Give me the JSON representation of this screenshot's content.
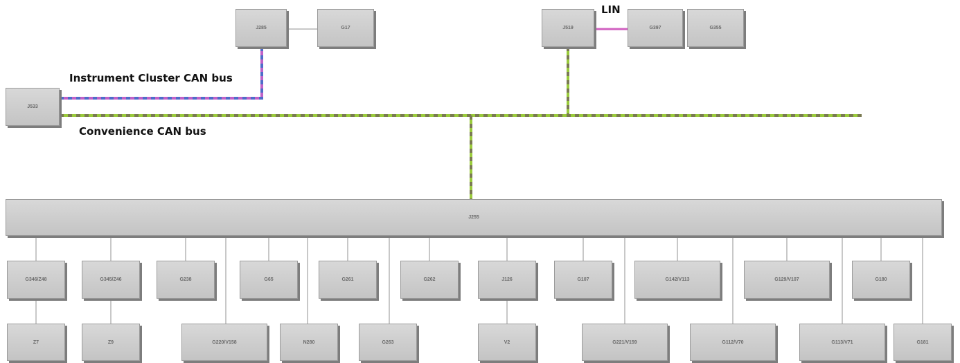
{
  "labels": {
    "instrument_bus": "Instrument Cluster CAN bus",
    "convenience_bus": "Convenience CAN bus",
    "lin": "LIN"
  },
  "colors": {
    "convenience_bus": [
      "#9acb3c",
      "#7a7a52"
    ],
    "instrument_bus": [
      "#c062c8",
      "#4f6cc9"
    ],
    "lin": "#d060c0",
    "connector": "#c8c8c8"
  },
  "modules": {
    "j533": "J533",
    "j285": "J285",
    "g17": "G17",
    "j519": "J519",
    "g397": "G397",
    "g355": "G355",
    "j255": "J255",
    "r1": [
      "G346/Z48",
      "G345/Z46",
      "G238",
      "G65",
      "G261",
      "G262",
      "J126",
      "G107",
      "G142/V113",
      "G129/V107",
      "G180"
    ],
    "r2": [
      "Z7",
      "Z9",
      "G220/V158",
      "N280",
      "G263",
      "V2",
      "G221/V159",
      "G112/V70",
      "G113/V71",
      "G181"
    ]
  }
}
